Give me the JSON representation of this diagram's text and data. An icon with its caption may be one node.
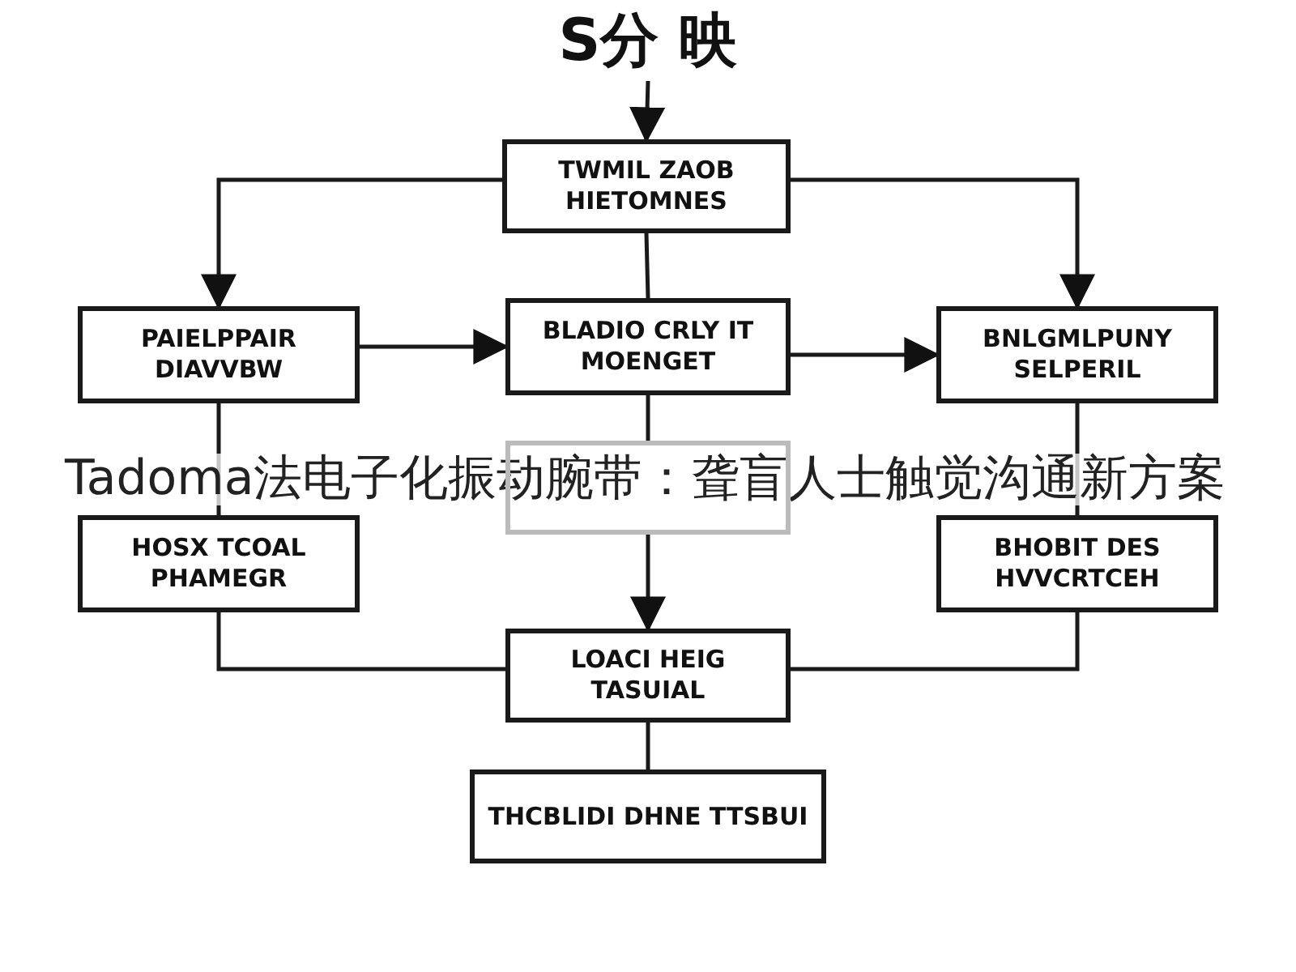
{
  "diagram": {
    "title": "Tadoma法电子化振动腕带：聋盲人士触觉沟通新方案",
    "nodes": [
      {
        "text": [
          "S分 映"
        ]
      },
      {
        "text": [
          "TWMIL ZAOB HIETOMNES"
        ]
      },
      {
        "text": [
          "PAIELPPAIR DIAVVBW"
        ]
      },
      {
        "text": [
          "BLADIO CRLY IT MOENGET"
        ]
      },
      {
        "text": [
          "BNLGMLPUNY SELPERIL"
        ]
      },
      {
        "text": [],
        "shape": "box"
      },
      {
        "text": [
          "HOSX TCOAL PHAMEGR"
        ]
      },
      {
        "text": [
          "BHOBIT DES HVVCRTCEH"
        ]
      },
      {
        "text": [
          "LOACI HEIG TASUIAL"
        ]
      },
      {
        "text": [
          "THCBLIDI DHNE TTSBUI"
        ]
      }
    ],
    "edges": [
      {
        "from": 0,
        "to": 1,
        "arrow": "to"
      },
      {
        "from": 1,
        "to": 2,
        "arrow": "to"
      },
      {
        "from": 1,
        "to": 4,
        "arrow": "to"
      },
      {
        "from": 1,
        "to": 3,
        "arrow": "none"
      },
      {
        "from": 2,
        "to": 3,
        "arrow": "to"
      },
      {
        "from": 3,
        "to": 4,
        "arrow": "to"
      },
      {
        "from": 3,
        "to": 5,
        "arrow": "none"
      },
      {
        "from": 2,
        "to": 6,
        "arrow": "none"
      },
      {
        "from": 4,
        "to": 7,
        "arrow": "none"
      },
      {
        "from": 5,
        "to": 8,
        "arrow": "to"
      },
      {
        "from": 6,
        "to": 8,
        "arrow": "none"
      },
      {
        "from": 7,
        "to": 8,
        "arrow": "none"
      },
      {
        "from": 8,
        "to": 9,
        "arrow": "none"
      }
    ]
  }
}
